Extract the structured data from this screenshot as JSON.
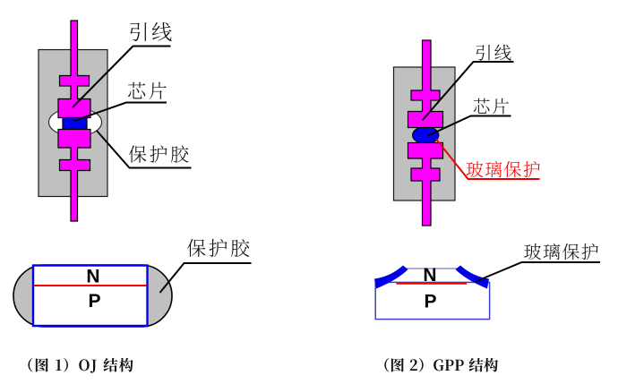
{
  "page": {
    "background": "#ffffff"
  },
  "figure1": {
    "caption": "（图 1）OJ 结构",
    "diode": {
      "label_lead": "引线",
      "label_chip": "芯片",
      "label_glue": "保护胶"
    },
    "cross_section": {
      "label_glue": "保护胶",
      "region_top": "N",
      "region_bottom": "P"
    }
  },
  "figure2": {
    "caption": "（图 2）GPP 结构",
    "diode": {
      "label_lead": "引线",
      "label_chip": "芯片",
      "label_glass": "玻璃保护"
    },
    "cross_section": {
      "label_glass": "玻璃保护",
      "region_top": "N",
      "region_bottom": "P"
    }
  },
  "colors": {
    "lead_magenta": "#ff00ff",
    "body_gray": "#c0c0c0",
    "chip_blue": "#0000ee",
    "junction_red": "#ee0000",
    "capsule_outline_blue": "#0000ee",
    "glass_blue": "#0000e6",
    "glass_label_red": "#ee0000",
    "outline_black": "#000000"
  }
}
